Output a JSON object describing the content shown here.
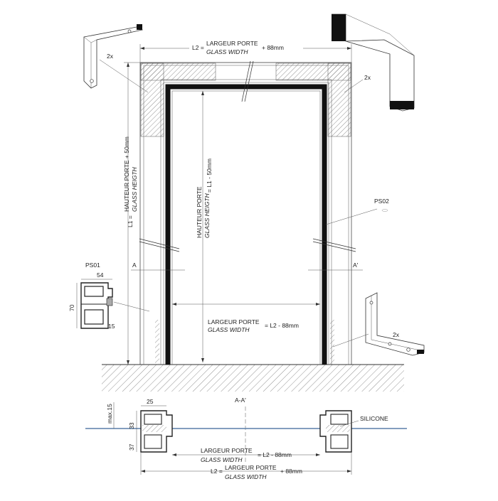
{
  "top": {
    "l2_prefix": "L2 =",
    "label_fr": "LARGEUR PORTE",
    "label_en": "GLASS WIDTH",
    "suffix": "+ 88mm"
  },
  "left_dim": {
    "l1_prefix": "L1 =",
    "label_fr": "HAUTEUR PORTE + 50mm",
    "label_en": "GLASS HEIGTH"
  },
  "inner_dim": {
    "label_fr": "HAUTEUR PORTE",
    "label_en": "GLASS HEIGTH",
    "suffix": "= L1 - 50mm"
  },
  "inner_width": {
    "label_fr": "LARGEUR PORTE",
    "label_en": "GLASS WIDTH",
    "suffix": "= L2 - 88mm"
  },
  "brackets": {
    "top_left_qty": "2x",
    "top_right_qty": "2x",
    "bottom_right_qty": "2x"
  },
  "profiles": {
    "ps01": "PS01",
    "ps02": "PS02",
    "ps01_w": "54",
    "ps01_h": "70",
    "ps01_b": "15"
  },
  "section": {
    "a_left": "A",
    "a_right": "A'",
    "title": "A-A'",
    "dim_25": "25",
    "dim_max": "max.15",
    "dim_33": "33",
    "dim_37": "37",
    "silicone": "SILICONE",
    "w1_fr": "LARGEUR PORTE",
    "w1_en": "GLASS WIDTH",
    "w1_suffix": "= L2 - 88mm",
    "w2_prefix": "L2 =",
    "w2_fr": "LARGEUR PORTE",
    "w2_en": "GLASS WIDTH",
    "w2_suffix": "+ 88mm"
  }
}
